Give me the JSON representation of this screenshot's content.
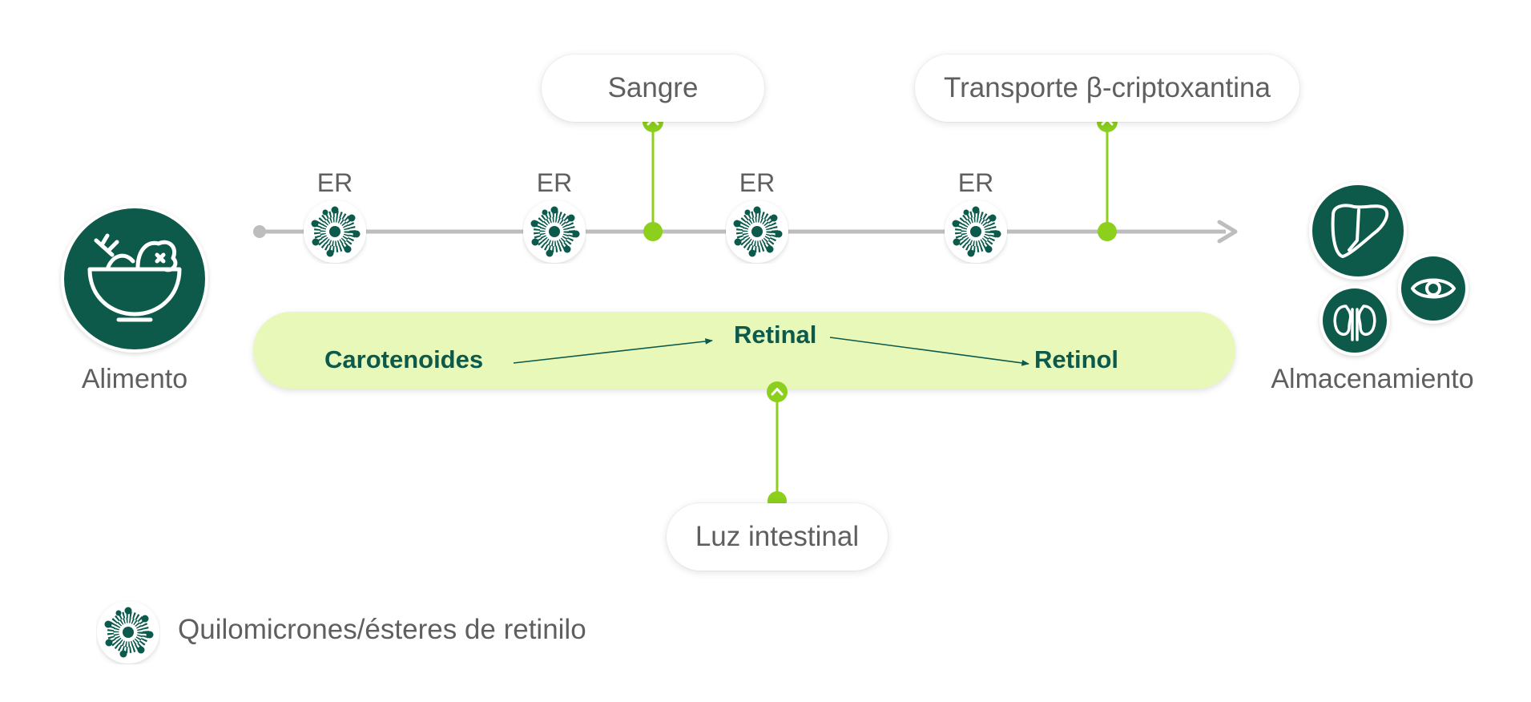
{
  "left_node": {
    "label": "Alimento",
    "icon": "salad-bowl-icon"
  },
  "right_node": {
    "label": "Almacenamiento",
    "icons": [
      "liver-icon",
      "eye-icon",
      "kidney-icon"
    ]
  },
  "er_label": "ER",
  "top_pills": {
    "sangre": "Sangre",
    "transporte": "Transporte β-criptoxantina"
  },
  "bottom_pill": "Luz intestinal",
  "conversion": {
    "carotenoides": "Carotenoides",
    "retinal": "Retinal",
    "retinol": "Retinol"
  },
  "legend": {
    "icon": "chylomicron-icon",
    "label": "Quilomicrones/ésteres de retinilo"
  },
  "colors": {
    "dark_green": "#0c5a4c",
    "lime": "#8ccf1c",
    "band": "#e8f8b8",
    "line_gray": "#bdbdbd",
    "text_gray": "#5f5f5f"
  }
}
